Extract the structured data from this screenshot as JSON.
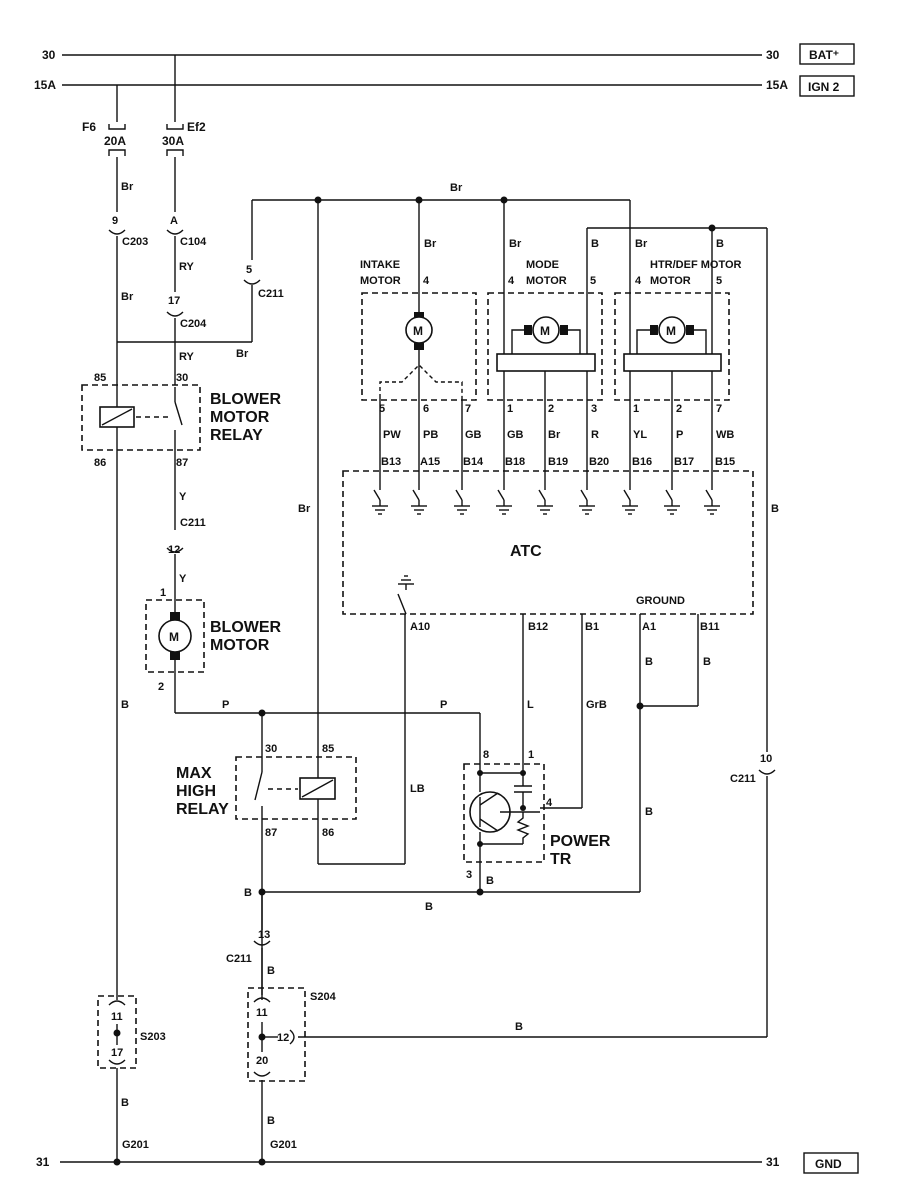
{
  "rails": {
    "bat": {
      "num": "30",
      "label": "BAT⁺"
    },
    "ign": {
      "num": "15A",
      "label": "IGN 2"
    },
    "gnd": {
      "num": "31",
      "label": "GND"
    }
  },
  "fuses": [
    {
      "id": "F6",
      "rating": "20A"
    },
    {
      "id": "Ef2",
      "rating": "30A"
    }
  ],
  "components": {
    "blower_relay": "BLOWER MOTOR RELAY",
    "blower_motor": "BLOWER MOTOR",
    "max_high_relay": "MAX HIGH RELAY",
    "intake_motor": "INTAKE MOTOR",
    "mode_motor": "MODE MOTOR",
    "htr_def_motor": "HTR/DEF MOTOR",
    "atc": "ATC",
    "atc_ground": "GROUND",
    "power_tr": "POWER TR",
    "motor_symbol": "M"
  },
  "connectors": {
    "C203": "C203",
    "C104": "C104",
    "C204": "C204",
    "C211": "C211",
    "S203": "S203",
    "S204": "S204",
    "G201": "G201"
  },
  "wire_colors": {
    "Br": "Br",
    "RY": "RY",
    "Y": "Y",
    "B": "B",
    "P": "P",
    "L": "L",
    "GrB": "GrB",
    "LB": "LB",
    "PW": "PW",
    "PB": "PB",
    "GB": "GB",
    "R": "R",
    "YL": "YL",
    "WB": "WB"
  },
  "atc_pins": {
    "top": [
      "B13",
      "A15",
      "B14",
      "B18",
      "B19",
      "B20",
      "B16",
      "B17",
      "B15"
    ],
    "bottom": [
      "A10",
      "B12",
      "B1",
      "A1",
      "B11"
    ]
  },
  "pin_numbers": {
    "p1": "1",
    "p2": "2",
    "p3": "3",
    "p4": "4",
    "p5": "5",
    "p6": "6",
    "p7": "7",
    "p8": "8",
    "p9": "9",
    "p10": "10",
    "p11": "11",
    "p12": "12",
    "p13": "13",
    "p17": "17",
    "p20": "20",
    "p30": "30",
    "p85": "85",
    "p86": "86",
    "p87": "87",
    "pA": "A"
  }
}
